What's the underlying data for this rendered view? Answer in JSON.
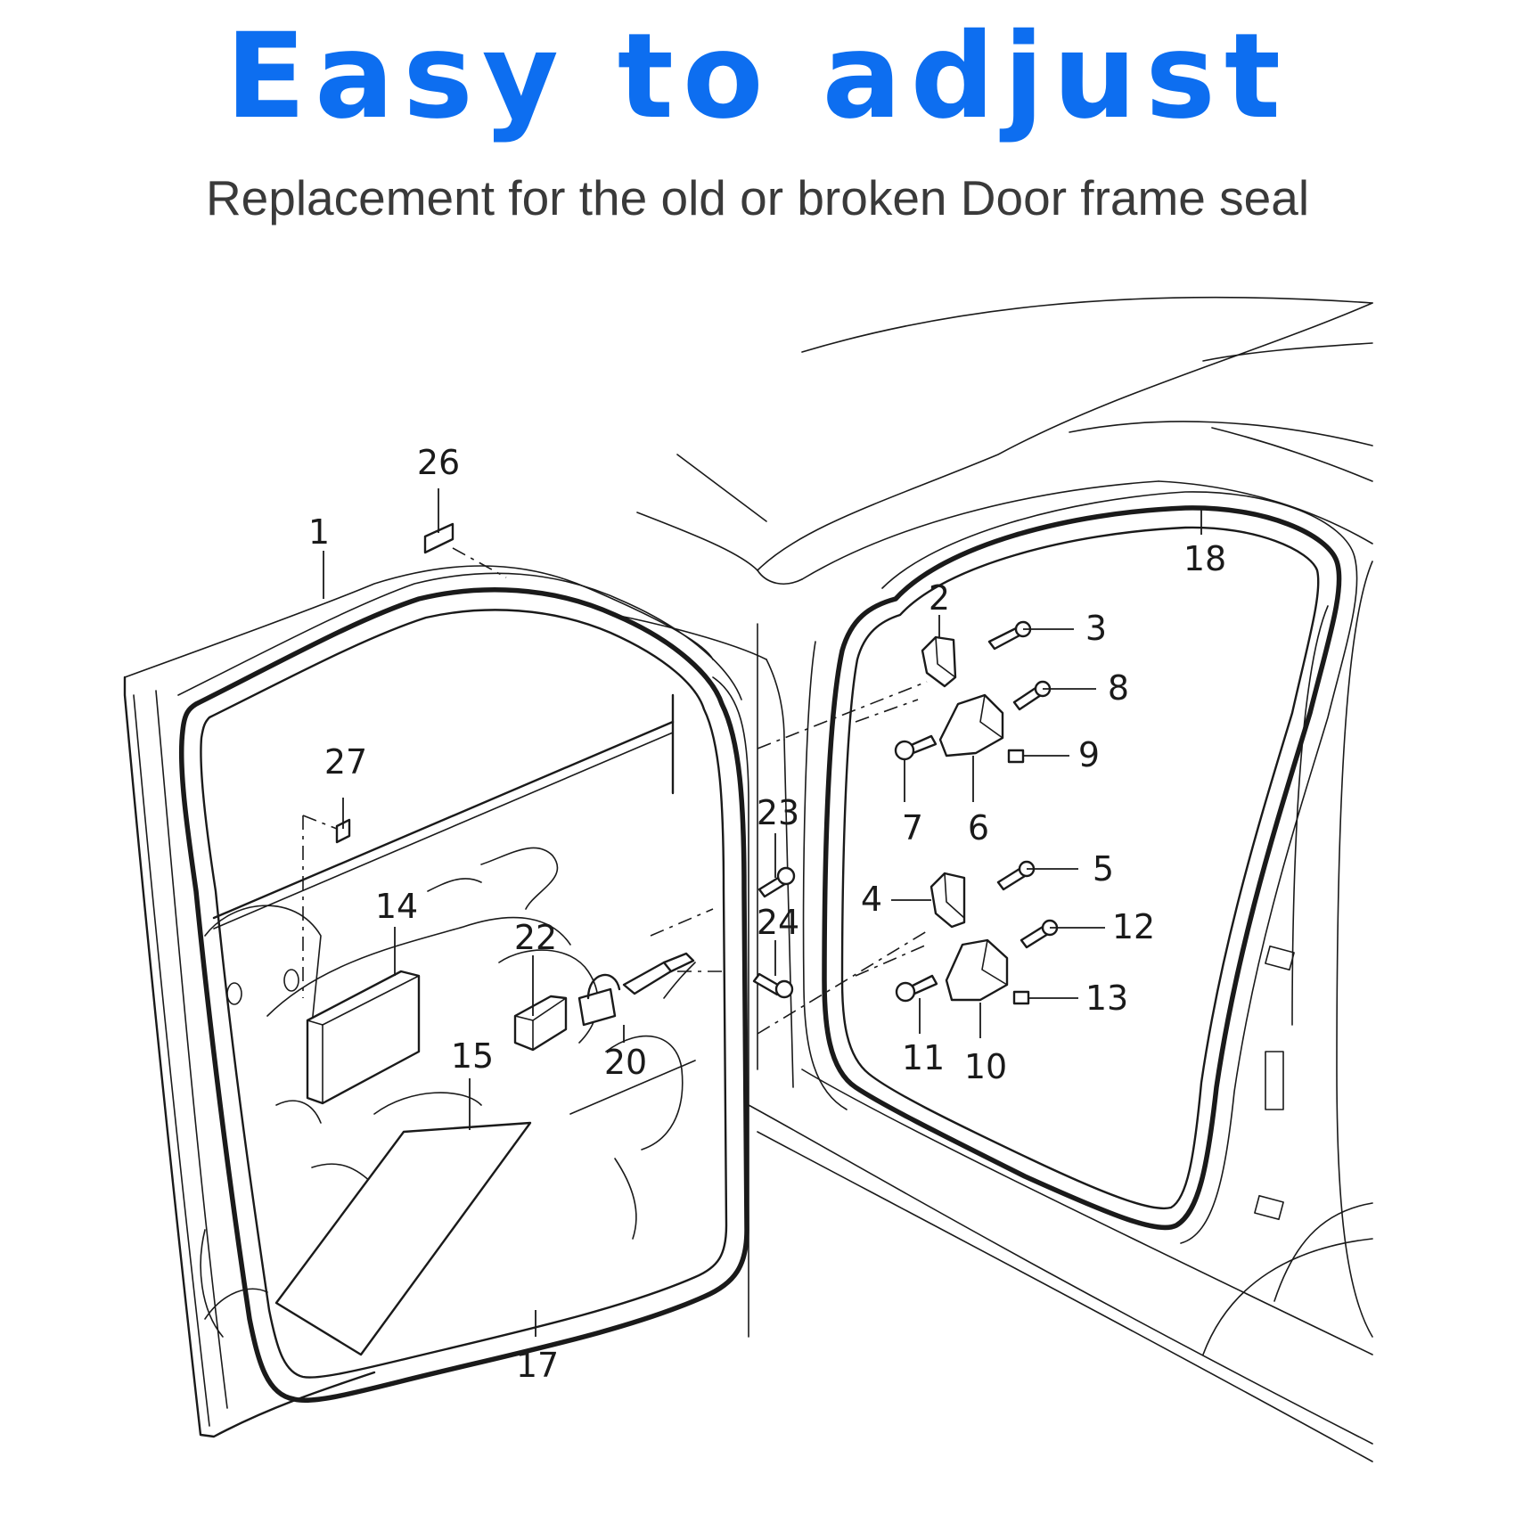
{
  "header": {
    "title": "Easy to adjust",
    "subtitle": "Replacement for the old or broken Door frame seal"
  },
  "diagram": {
    "labels": [
      "1",
      "2",
      "3",
      "4",
      "5",
      "6",
      "7",
      "8",
      "9",
      "10",
      "11",
      "12",
      "13",
      "14",
      "15",
      "17",
      "18",
      "20",
      "22",
      "23",
      "24",
      "26",
      "27"
    ]
  },
  "colors": {
    "title": "#0d6ef0",
    "subtitle": "#3a3a3a",
    "line": "#1a1a1a",
    "background": "#ffffff"
  }
}
